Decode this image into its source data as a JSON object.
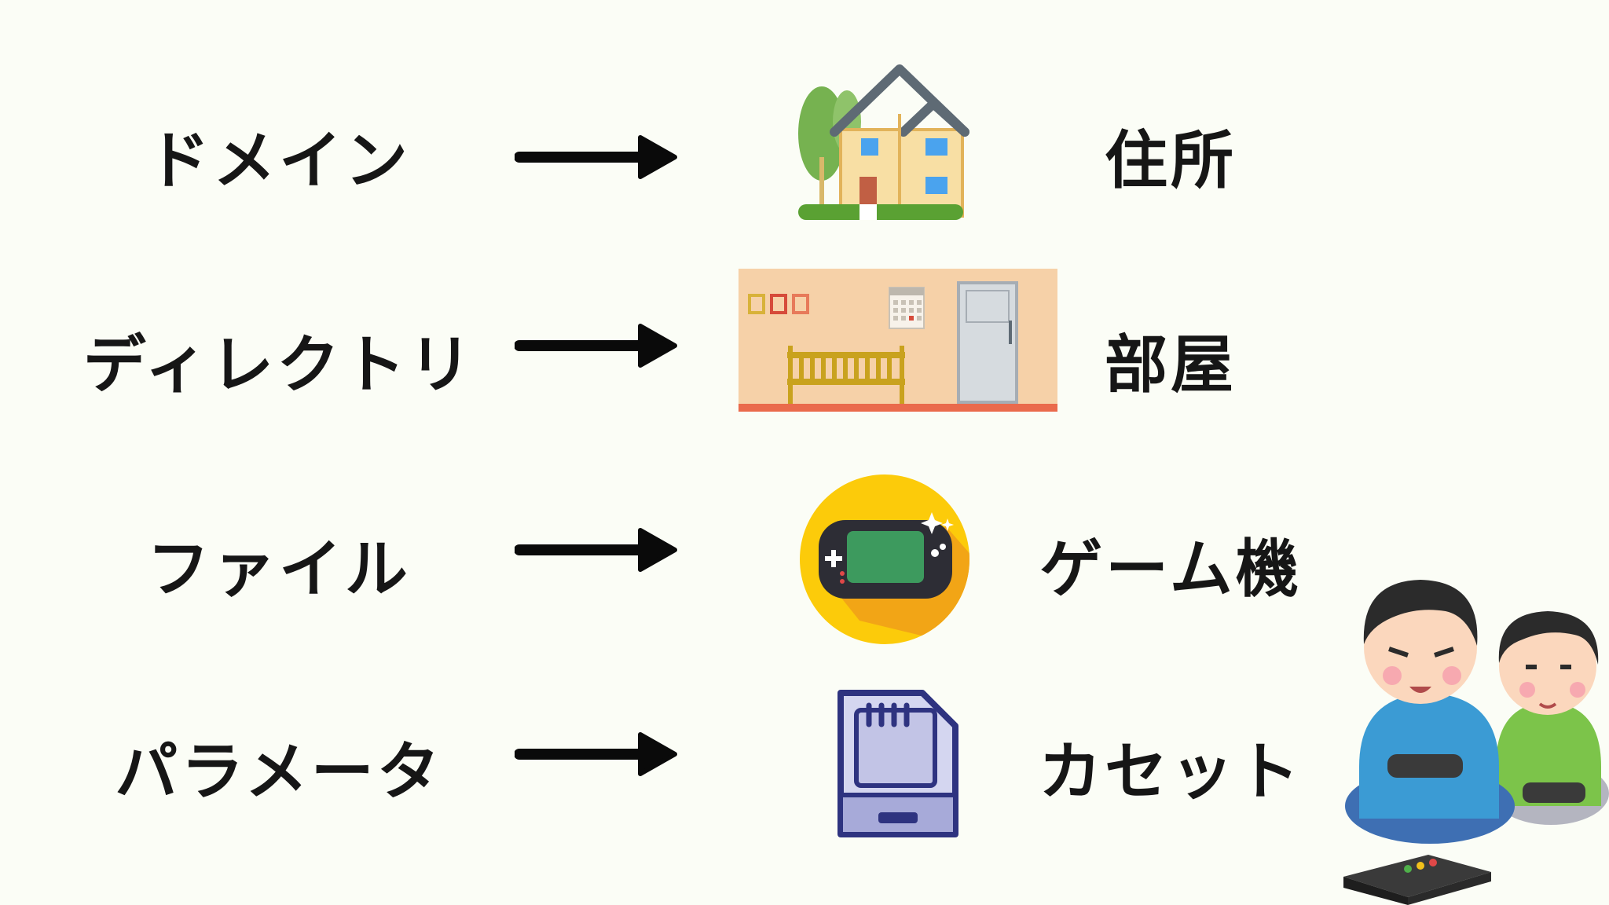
{
  "rows": [
    {
      "term": "ドメイン",
      "analogy": "住所",
      "icon": "house-icon"
    },
    {
      "term": "ディレクトリ",
      "analogy": "部屋",
      "icon": "room-icon"
    },
    {
      "term": "ファイル",
      "analogy": "ゲーム機",
      "icon": "game-console-icon"
    },
    {
      "term": "パラメータ",
      "analogy": "カセット",
      "icon": "game-cartridge-icon"
    }
  ],
  "decoration": {
    "icon": "children-playing-games-icon"
  },
  "colors": {
    "background": "#fbfdf6",
    "text": "#161616",
    "arrow": "#0a0a0a",
    "console_circle": "#fccb0a",
    "cartridge": "#d4d6f0"
  }
}
